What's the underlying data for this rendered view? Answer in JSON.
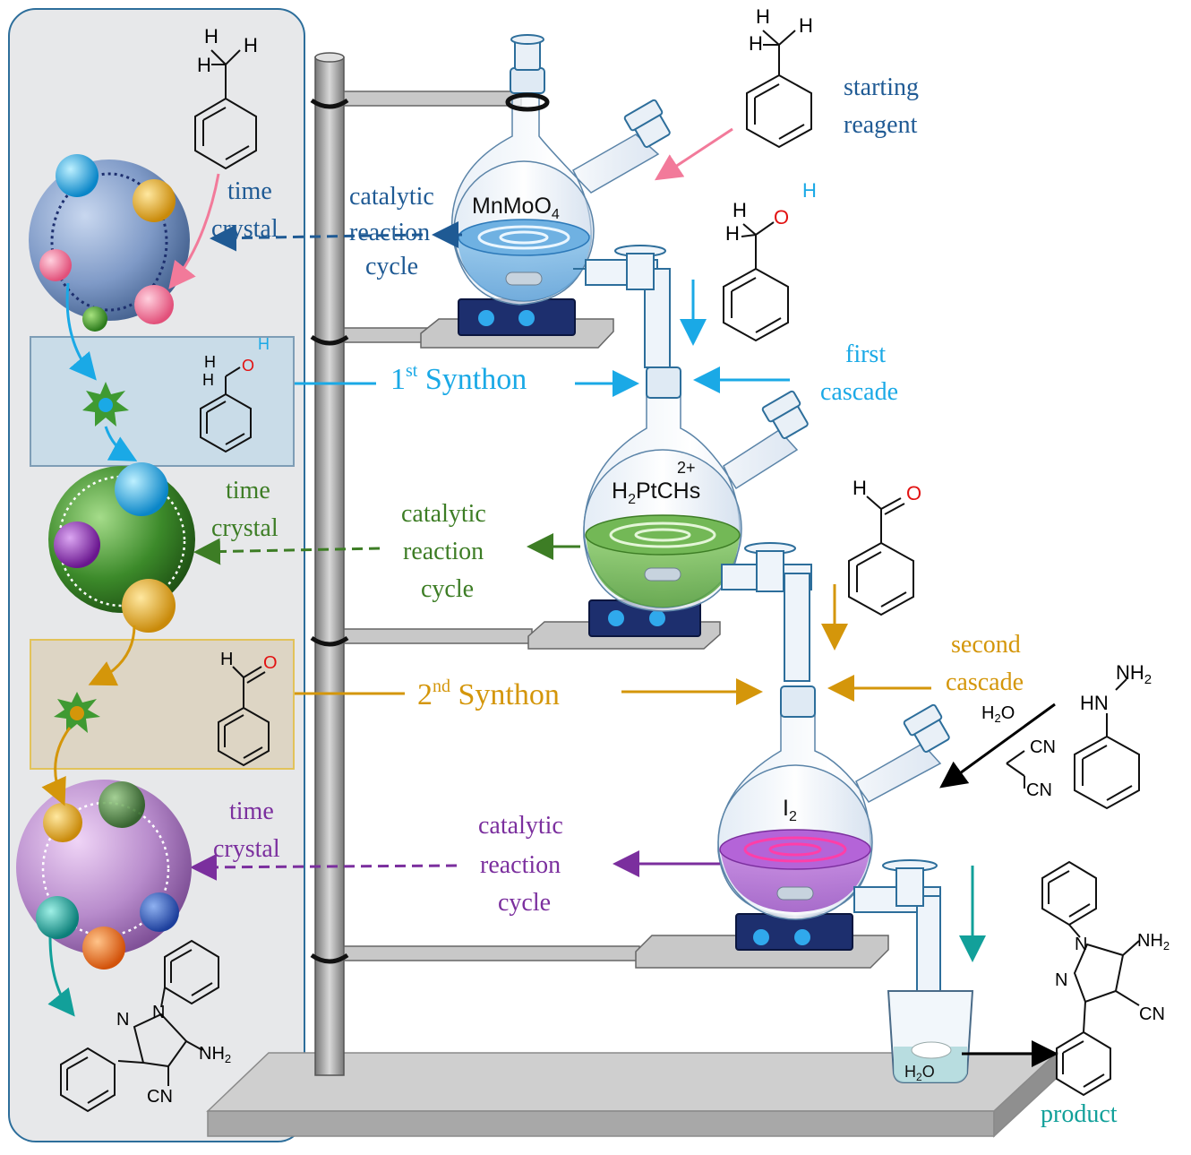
{
  "colors": {
    "dark_blue": "#1f5a94",
    "light_blue": "#1aa9e6",
    "green": "#3d7d25",
    "gold": "#d4960a",
    "purple": "#7b2f9e",
    "teal": "#12a09a",
    "pink": "#f27a9a",
    "panel_border": "#2d6e9b"
  },
  "labels": {
    "starting_reagent": [
      "starting",
      "reagent"
    ],
    "first_cascade": [
      "first",
      "cascade"
    ],
    "second_cascade": [
      "second",
      "cascade"
    ],
    "product": "product",
    "synthon1_main": "1",
    "synthon1_sup": "st",
    "synthon1_word": " Synthon",
    "synthon2_main": "2",
    "synthon2_sup": "nd",
    "synthon2_word": " Synthon",
    "time_crystal": [
      "time",
      "crystal"
    ],
    "catalytic_cycle": [
      "catalytic",
      "reaction",
      "cycle"
    ]
  },
  "catalysts": {
    "flask1": "MnMoO",
    "flask1_sub": "4",
    "flask2_charge": "2+",
    "flask2_a": "H",
    "flask2_sub": "2",
    "flask2_b": "PtCHs",
    "flask3": "I",
    "flask3_sub": "2"
  },
  "chem": {
    "H": "H",
    "O": "O",
    "N": "N",
    "NH2": "NH",
    "NH2_sub": "2",
    "HN": "HN",
    "CN": "CN",
    "H2O": "H",
    "H2O_sub": "2",
    "H2O_O": "O"
  }
}
